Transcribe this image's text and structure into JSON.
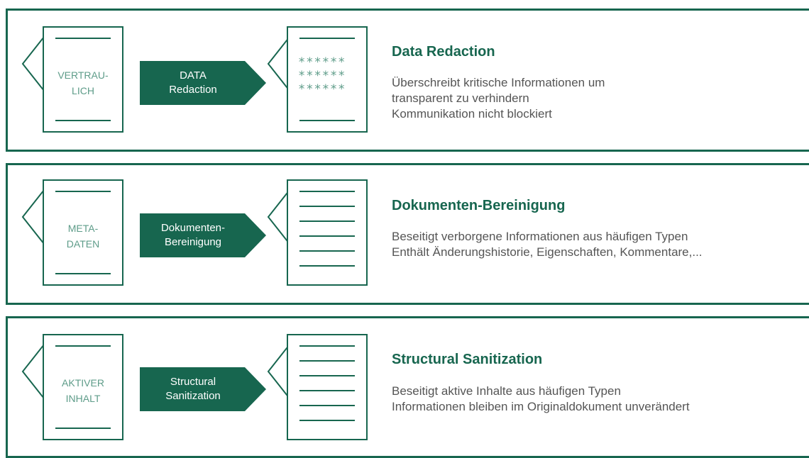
{
  "rows": [
    {
      "doc_label": [
        "VERTRAU-",
        "LICH"
      ],
      "arrow_label": [
        "DATA",
        "Redaction"
      ],
      "output_stars": [
        "******",
        "******",
        "******"
      ],
      "title": "Data Redaction",
      "description": [
        "Überschreibt kritische Informationen um",
        "transparent zu verhindern",
        "Kommunikation nicht blockiert"
      ]
    },
    {
      "doc_label": [
        "META-",
        "DATEN"
      ],
      "arrow_label": [
        "Dokumenten-",
        "Bereinigung"
      ],
      "title": "Dokumenten-Bereinigung",
      "description": [
        "Beseitigt verborgene Informationen aus häufigen Typen",
        "Enthält Änderungshistorie, Eigenschaften, Kommentare,..."
      ]
    },
    {
      "doc_label": [
        "AKTIVER",
        "INHALT"
      ],
      "arrow_label": [
        "Structural",
        "Sanitization"
      ],
      "title": "Structural Sanitization",
      "description": [
        "Beseitigt aktive Inhalte aus häufigen Typen",
        "Informationen bleiben im Originaldokument unverändert"
      ]
    }
  ],
  "colors": {
    "accent": "#17664f",
    "label": "#5e9c89",
    "text": "#555555"
  }
}
